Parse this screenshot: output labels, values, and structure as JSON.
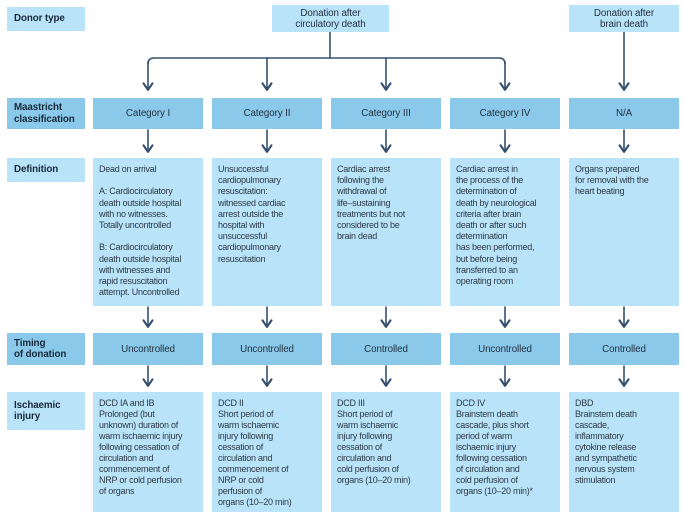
{
  "colors": {
    "box_light_blue": "#B9E3F9",
    "box_medium_blue": "#8BC9EA",
    "label_text": "#17293A",
    "body_text": "#2C3A46",
    "arrow": "#35506F",
    "background": "#FFFFFF"
  },
  "row_labels": {
    "donor_type": "Donor type",
    "maastricht": "Maastricht\nclassification",
    "definition": "Definition",
    "timing": "Timing\nof donation",
    "ischaemic": "Ischaemic\ninjury"
  },
  "donor_types": {
    "circulatory_death": "Donation after\ncirculatory death",
    "brain_death": "Donation after\nbrain death"
  },
  "columns": [
    {
      "category": "Category I",
      "definition": "Dead on arrival\n\nA: Cardiocirculatory\ndeath outside hospital\nwith no witnesses.\nTotally uncontrolled\n\nB: Cardiocirculatory\ndeath outside hospital\nwith witnesses and\nrapid resuscitation\nattempt. Uncontrolled",
      "timing": "Uncontrolled",
      "ischaemic_injury": "DCD IA and IB\nProlonged (but\nunknown) duration of\nwarm ischaemic injury\nfollowing cessation of\ncirculation and\ncommencement of\nNRP or cold perfusion\nof organs"
    },
    {
      "category": "Category II",
      "definition": "Unsuccessful\ncardiopulmonary\nresuscitation:\nwitnessed cardiac\narrest outside the\nhospital with\nunsuccessful\ncardiopulmonary\nresuscitation",
      "timing": "Uncontrolled",
      "ischaemic_injury": "DCD II\nShort period of\nwarm ischaemic\ninjury following\ncessation of\ncirculation and\ncommencement of\nNRP or cold\nperfusion of\norgans (10–20 min)"
    },
    {
      "category": "Category III",
      "definition": "Cardiac arrest\nfollowing the\nwithdrawal of\nlife–sustaining\ntreatments but not\nconsidered to be\nbrain dead",
      "timing": "Controlled",
      "ischaemic_injury": "DCD III\nShort period of\nwarm ischaemic\ninjury following\ncessation of\ncirculation and\ncold perfusion of\norgans (10–20 min)"
    },
    {
      "category": "Category IV",
      "definition": "Cardiac arrest in\nthe process of the\ndetermination of\ndeath by neurological\ncriteria after brain\ndeath or after such\ndetermination\nhas been performed,\nbut before being\ntransferred to an\noperating room",
      "timing": "Uncontrolled",
      "ischaemic_injury": "DCD IV\nBrainstem death\ncascade, plus short\nperiod of warm\nischaemic injury\nfollowing cessation\nof circulation and\ncold perfusion of\norgans (10–20 min)*"
    },
    {
      "category": "N/A",
      "definition": "Organs prepared\nfor removal with the\nheart beating",
      "timing": "Controlled",
      "ischaemic_injury": "DBD\nBrainstem death\ncascade,\ninflammatory\ncytokine release\nand sympathetic\nnervous system\nstimulation"
    }
  ]
}
